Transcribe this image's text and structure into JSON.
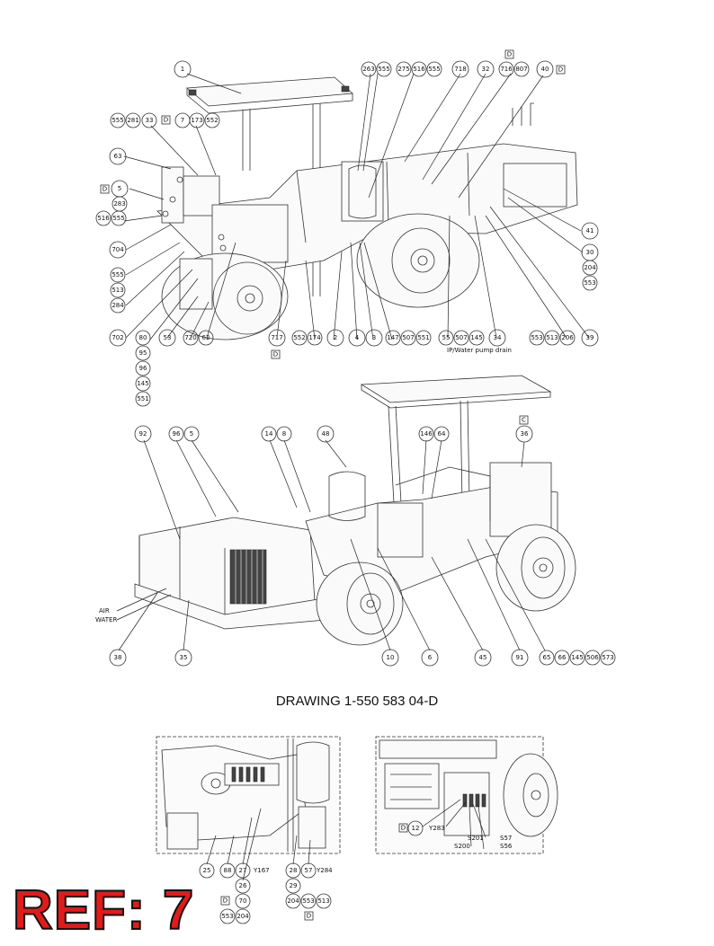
{
  "drawing_number": "DRAWING 1-550 583 04-D",
  "ref_stamp": "REF: 7",
  "view1": {
    "callouts": [
      "1",
      "263",
      "555",
      "275",
      "516",
      "555",
      "718",
      "32",
      "716",
      "807",
      "40",
      "555",
      "281",
      "33",
      "7",
      "173",
      "552",
      "63",
      "5",
      "283",
      "516",
      "555",
      "704",
      "555",
      "513",
      "284",
      "702",
      "80",
      "95",
      "96",
      "145",
      "551",
      "53",
      "720",
      "62",
      "717",
      "552",
      "174",
      "2",
      "4",
      "3",
      "147",
      "507",
      "551",
      "55",
      "507",
      "145",
      "34",
      "553",
      "513",
      "206",
      "39",
      "41",
      "30",
      "204",
      "553"
    ],
    "revision_tags": [
      "D",
      "D",
      "D",
      "D",
      "D"
    ],
    "note": "IP/Water pump drain"
  },
  "view2": {
    "callouts": [
      "92",
      "96",
      "5",
      "14",
      "8",
      "48",
      "146",
      "64",
      "36",
      "38",
      "35",
      "10",
      "6",
      "45",
      "91",
      "65",
      "66",
      "145",
      "506",
      "573"
    ],
    "revision_tags": [
      "C"
    ],
    "side_labels": [
      "AIR",
      "WATER"
    ]
  },
  "detail1": {
    "callouts": [
      "25",
      "88",
      "27",
      "26",
      "28",
      "57",
      "29",
      "204",
      "553",
      "513",
      "70",
      "553",
      "204"
    ],
    "codes": [
      "Y167",
      "Y284"
    ],
    "revision_tags": [
      "D",
      "D"
    ]
  },
  "detail2": {
    "callouts": [
      "12"
    ],
    "codes": [
      "Y283",
      "S201",
      "S200",
      "S57",
      "S56"
    ],
    "revision_tags": [
      "D"
    ]
  }
}
